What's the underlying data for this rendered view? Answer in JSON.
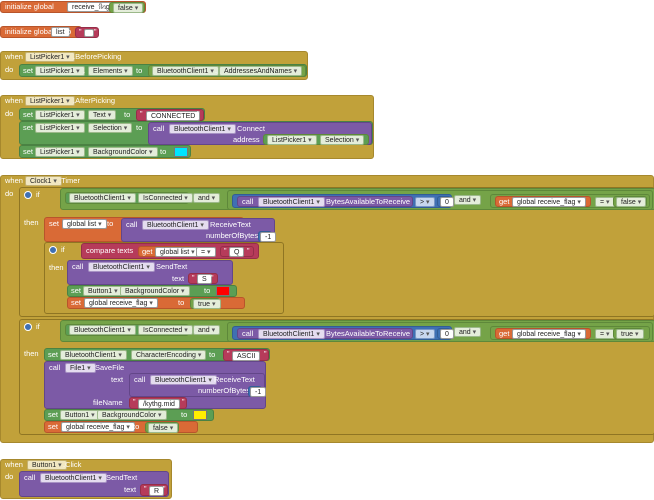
{
  "kw": {
    "initialize_global": "initialize global",
    "to": "to",
    "when": "when",
    "do": "do",
    "set": "set",
    "call": "call",
    "if": "if",
    "then": "then",
    "and": "and",
    "compare_texts": "compare texts",
    "get": "get",
    "address": "address",
    "text": "text",
    "number_of_bytes": "numberOfBytes",
    "file_name": "fileName",
    "quote": "\""
  },
  "b1": {
    "var_name": "receive_flag",
    "value": "false"
  },
  "b2": {
    "var_name": "list",
    "value": ""
  },
  "b3": {
    "component": "ListPicker1",
    "event": ".BeforePicking",
    "prop": "Elements",
    "bt": "BluetoothClient1",
    "bt_prop": "AddressesAndNames"
  },
  "b4": {
    "component": "ListPicker1",
    "event": ".AfterPicking",
    "s1_comp": "ListPicker1",
    "s1_prop": "Text",
    "s1_value": "CONNECTED",
    "s2_comp": "ListPicker1",
    "s2_prop": "Selection",
    "call_comp": "BluetoothClient1",
    "call_method": "Connect",
    "arg_comp": "ListPicker1",
    "arg_prop": "Selection",
    "s3_comp": "ListPicker1",
    "s3_prop": "BackgroundColor",
    "color": "#00e5ff"
  },
  "b5": {
    "component": "Clock1",
    "event": ".Timer",
    "if1": {
      "bt": "BluetoothClient1",
      "prop": "IsConnected",
      "method": "BytesAvailableToReceive",
      "op": ">",
      "num": "0",
      "var": "global receive_flag",
      "eq": "=",
      "bool": "false"
    },
    "then1": {
      "var": "global list",
      "bt": "BluetoothClient1",
      "method": "ReceiveText",
      "bytes": "-1",
      "inner_var": "global list",
      "inner_op": "=",
      "inner_str": "Q",
      "send_bt": "BluetoothClient1",
      "send_method": "SendText",
      "send_str": "S",
      "btn": "Button1",
      "btn_prop": "BackgroundColor",
      "btn_color": "#ff0000",
      "flag_var": "global receive_flag",
      "flag_val": "true"
    },
    "if2": {
      "bt": "BluetoothClient1",
      "prop": "IsConnected",
      "method": "BytesAvailableToReceive",
      "op": ">",
      "num": "0",
      "var": "global receive_flag",
      "eq": "=",
      "bool": "true"
    },
    "then2": {
      "bt": "BluetoothClient1",
      "prop": "CharacterEncoding",
      "encoding": "ASCII",
      "file": "File1",
      "file_method": "SaveFile",
      "recv_bt": "BluetoothClient1",
      "recv_method": "ReceiveText",
      "bytes": "-1",
      "file_name": "/kythg.mid",
      "btn": "Button1",
      "btn_prop": "BackgroundColor",
      "btn_color": "#ffee00",
      "flag_var": "global receive_flag",
      "flag_val": "false"
    }
  },
  "b6": {
    "component": "Button1",
    "event": ".Click",
    "bt": "BluetoothClient1",
    "method": "SendText",
    "str": "R"
  }
}
